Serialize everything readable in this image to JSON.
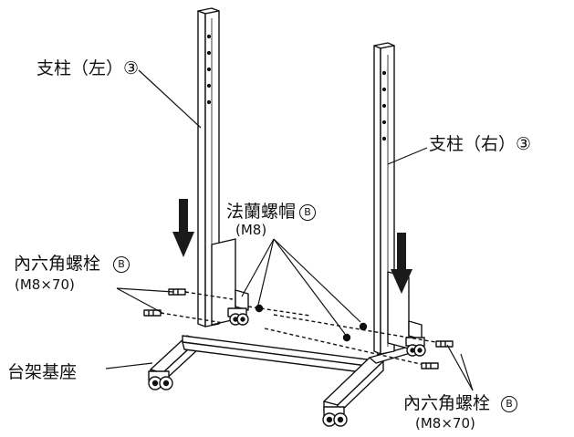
{
  "labels": {
    "pillar_left": "支柱（左）③",
    "pillar_right": "支柱（右）③",
    "flange_nut": "法蘭螺帽",
    "flange_nut_size": "(M8)",
    "hex_bolt_left": "內六角螺栓",
    "hex_bolt_left_size": "(M8×70)",
    "hex_bolt_right": "內六角螺栓",
    "hex_bolt_right_size": "(M8×70)",
    "base": "台架基座",
    "part_code": "B"
  },
  "icons": [
    "down-arrow-icon",
    "bolt-icon",
    "nut-icon",
    "caster-icon"
  ],
  "colors": {
    "line": "#111111",
    "fill": "#ffffff",
    "arrow": "#1a1a1a"
  }
}
